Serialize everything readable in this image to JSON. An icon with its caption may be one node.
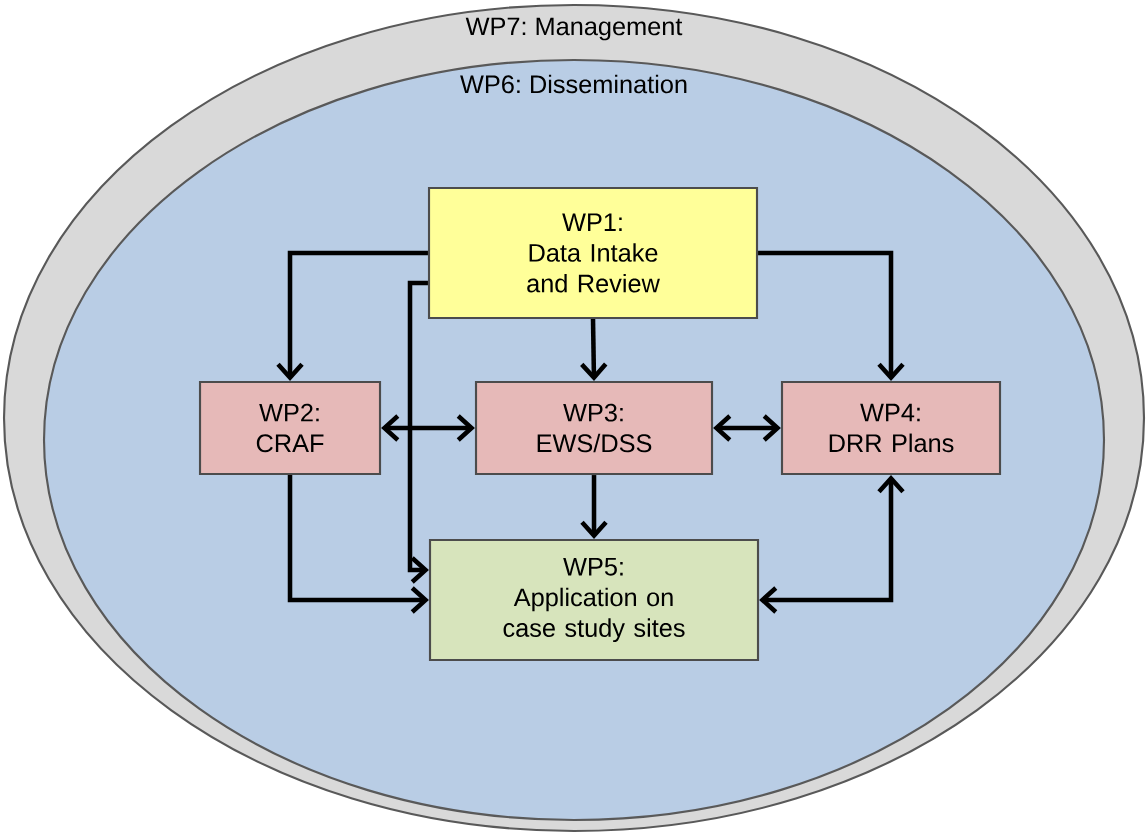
{
  "diagram": {
    "nodes": [
      {
        "text": [
          "WP7: Management"
        ]
      },
      {
        "text": [
          "WP6: Dissemination"
        ],
        "in": 0
      },
      {
        "text": [
          "WP1:",
          "Data Intake and Review"
        ],
        "in": 1
      },
      {
        "text": [
          "WP2:",
          "CRAF"
        ],
        "in": 1
      },
      {
        "text": [
          "WP3:",
          "EWS/DSS"
        ],
        "in": 1
      },
      {
        "text": [
          "WP4:",
          "DRR Plans"
        ],
        "in": 1
      },
      {
        "text": [
          "WP5:",
          "Application on case study sites"
        ],
        "in": 1
      }
    ],
    "edges": [
      {
        "from": 2,
        "to": 3,
        "arrow": "to"
      },
      {
        "from": 2,
        "to": 6,
        "arrow": "to"
      },
      {
        "from": 2,
        "to": 5,
        "arrow": "to"
      },
      {
        "from": 2,
        "to": 4,
        "arrow": "to"
      },
      {
        "from": 3,
        "to": 4,
        "arrow": "both"
      },
      {
        "from": 4,
        "to": 5,
        "arrow": "both"
      },
      {
        "from": 3,
        "to": 6,
        "arrow": "to"
      },
      {
        "from": 4,
        "to": 6,
        "arrow": "to"
      },
      {
        "from": 6,
        "to": 5,
        "arrow": "both"
      }
    ]
  }
}
